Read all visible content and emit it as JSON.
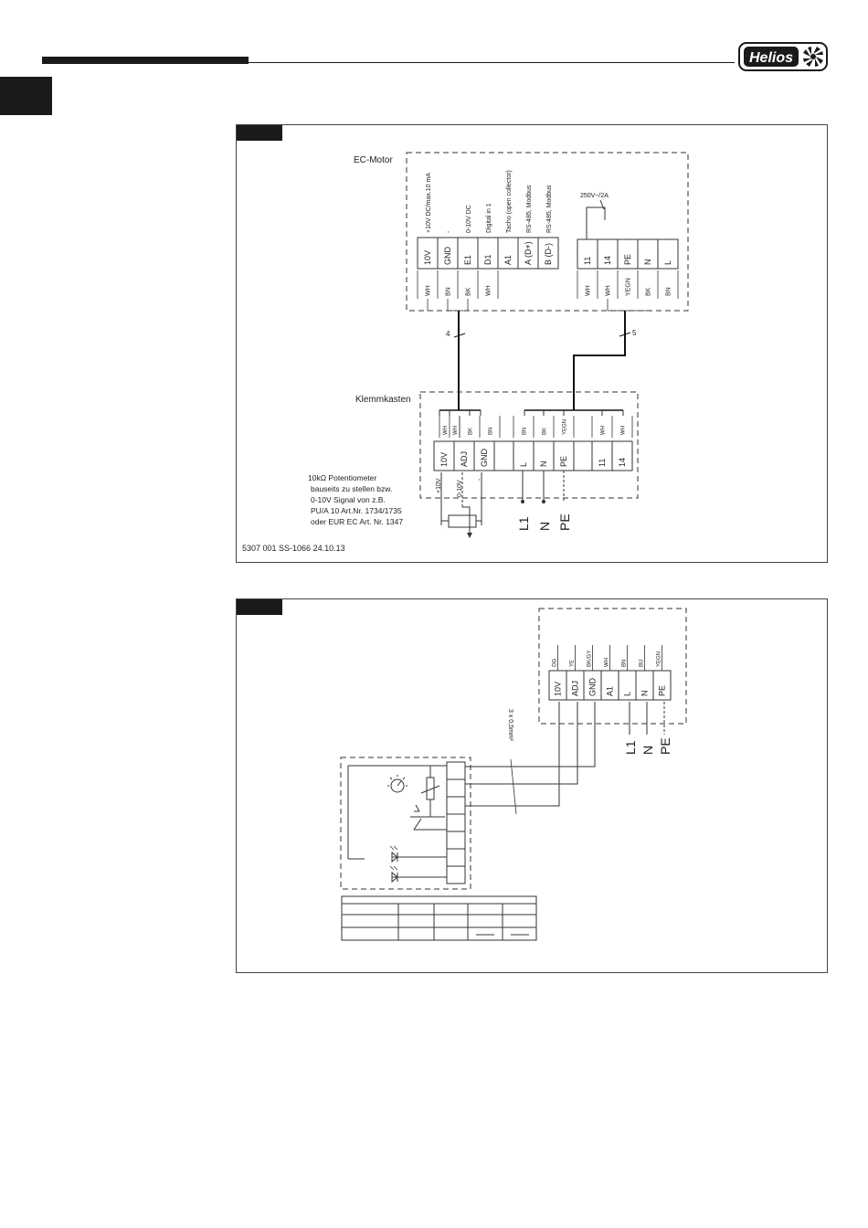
{
  "header": {
    "brand_name": "Helios"
  },
  "diagram1": {
    "motor_title": "EC-Motor",
    "motor_terminals": [
      "10V",
      "GND",
      "E1",
      "D1",
      "A1",
      "A (D+)",
      "B (D-)"
    ],
    "motor_terminal_desc": [
      "+10V DC/max.10 mA",
      "-",
      "0-10V DC",
      "Digital in 1",
      "Tacho (open collector)",
      "RS-485, Modbus",
      "RS-485, Modbus"
    ],
    "motor_wire_colors": [
      "WH",
      "BN",
      "BK",
      "WH"
    ],
    "relay_terminals": [
      "11",
      "14",
      "PE",
      "N",
      "L"
    ],
    "relay_rating": "250V~/2A",
    "relay_wire_colors": [
      "WH",
      "WH",
      "YEGN",
      "BK",
      "BN"
    ],
    "cable1_label": "4",
    "cable2_label": "5",
    "box_title": "Klemmkasten",
    "box_terminals": [
      "10V",
      "ADJ",
      "GND",
      "L",
      "N",
      "PE",
      "11",
      "14"
    ],
    "box_wire_left": [
      "WH",
      "WH",
      "BK",
      "BN"
    ],
    "box_wire_mid": [
      "BN",
      "BK",
      "YEGN"
    ],
    "box_wire_right": [
      "WH",
      "WH"
    ],
    "pot_label_plus": "+10V",
    "pot_label_signal": "0-10V",
    "pot_label_minus": "-",
    "supply_labels": [
      "L1",
      "N",
      "PE"
    ],
    "note_lines": [
      "10kΩ Potentiometer",
      "bauseits zu stellen bzw.",
      "0-10V Signal von z.B.",
      "PU/A 10 Art.Nr. 1734/1735",
      "oder EUR EC Art. Nr. 1347"
    ],
    "doc_ref": "5307 001   SS-1066   24.10.13"
  },
  "diagram2": {
    "terminals": [
      "10V",
      "ADJ",
      "GND",
      "A1",
      "L",
      "N",
      "PE"
    ],
    "wire_colors": [
      "OG",
      "YE",
      "BK/GY",
      "WH",
      "BN",
      "BU",
      "YEGN"
    ],
    "cable_label": "3 x 0,5mm²",
    "supply_labels": [
      "L1",
      "N",
      "PE"
    ]
  }
}
